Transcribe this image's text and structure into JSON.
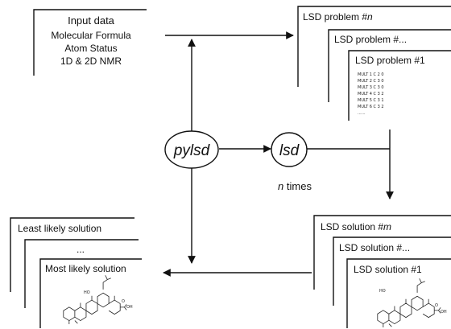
{
  "input": {
    "lines": [
      "Input data",
      "Molecular Formula",
      "Atom Status",
      "1D & 2D NMR"
    ]
  },
  "problems": {
    "back_prefix": "LSD problem #",
    "back_suffix": "n",
    "middle": "LSD problem #...",
    "front": "LSD problem #1",
    "mult_lines": [
      "MULT 1 C 2 0",
      "MULT 2 C 3 0",
      "MULT 3 C 3 0",
      "MULT 4 C 3 2",
      "MULT 5 C 3 1",
      "MULT 6 C 3 2",
      "......"
    ]
  },
  "nodes": {
    "pylsd": "pylsd",
    "lsd": "lsd",
    "times_prefix": "n",
    "times_suffix": " times"
  },
  "solutions": {
    "back_prefix": "LSD solution #",
    "back_suffix": "m",
    "middle": "LSD solution #...",
    "front": "LSD solution #1",
    "mol_labels": [
      "HO",
      "OH",
      "O"
    ]
  },
  "ranked": {
    "back": "Least likely solution",
    "middle": "...",
    "front": "Most likely solution",
    "mol_labels": [
      "HO",
      "OH",
      "O"
    ]
  }
}
